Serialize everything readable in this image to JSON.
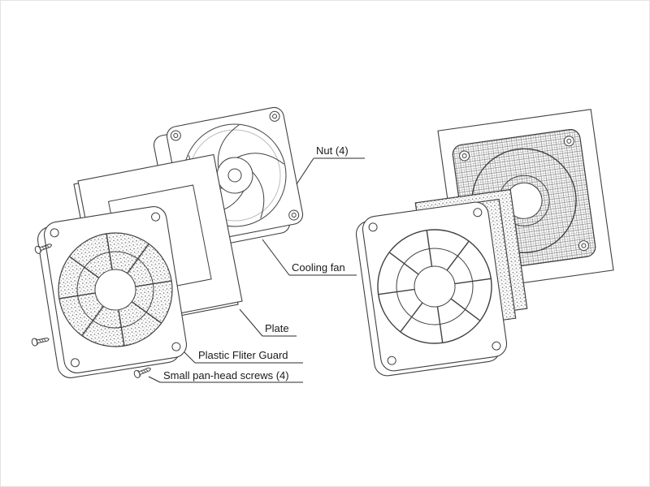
{
  "figure": {
    "type": "exploded-assembly-diagram",
    "background": "#ffffff",
    "line_color": "#404040",
    "text_color": "#1a1a1a",
    "labels": {
      "nut": "Nut (4)",
      "cooling_fan": "Cooling fan",
      "plate": "Plate",
      "plastic_filter_guard": "Plastic Fliter Guard",
      "small_pan_head_screws": "Small pan-head screws (4)"
    }
  }
}
